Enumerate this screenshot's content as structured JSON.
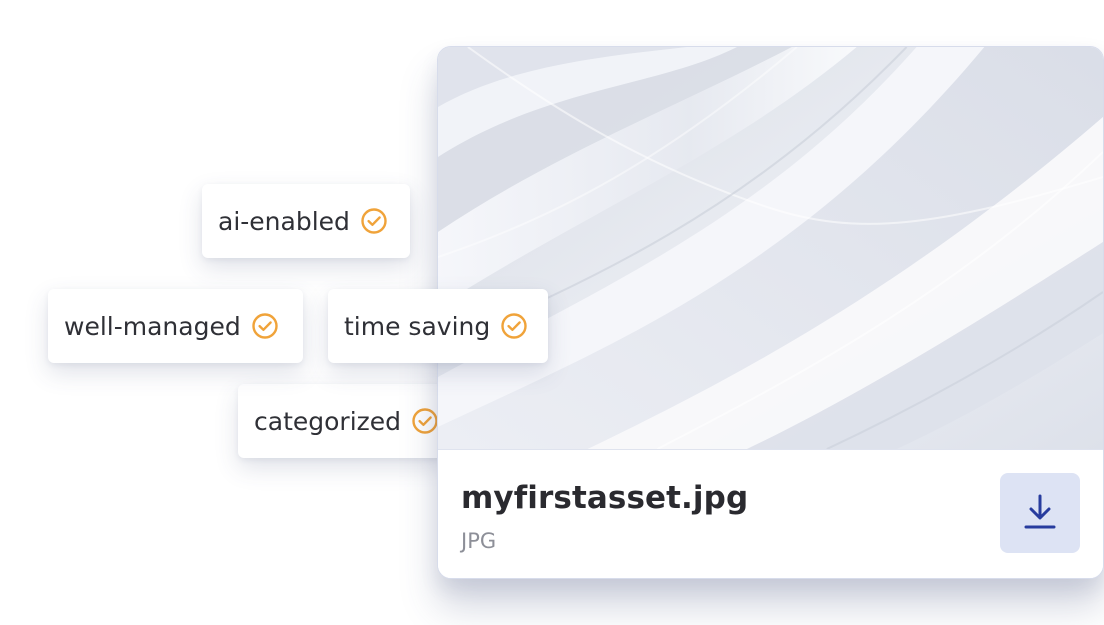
{
  "asset": {
    "filename": "myfirstasset.jpg",
    "filetype": "JPG",
    "download_icon": "download-icon"
  },
  "tags": {
    "ai_enabled": "ai-enabled",
    "well_managed": "well-managed",
    "time_saving": "time saving",
    "categorized": "categorized",
    "check_icon": "check-circle-icon"
  },
  "colors": {
    "accent_orange": "#f0a33a",
    "download_blue": "#283c9e",
    "download_bg": "#dde3f4",
    "text_dark": "#2a2a2f",
    "text_muted": "#8d8f98"
  }
}
